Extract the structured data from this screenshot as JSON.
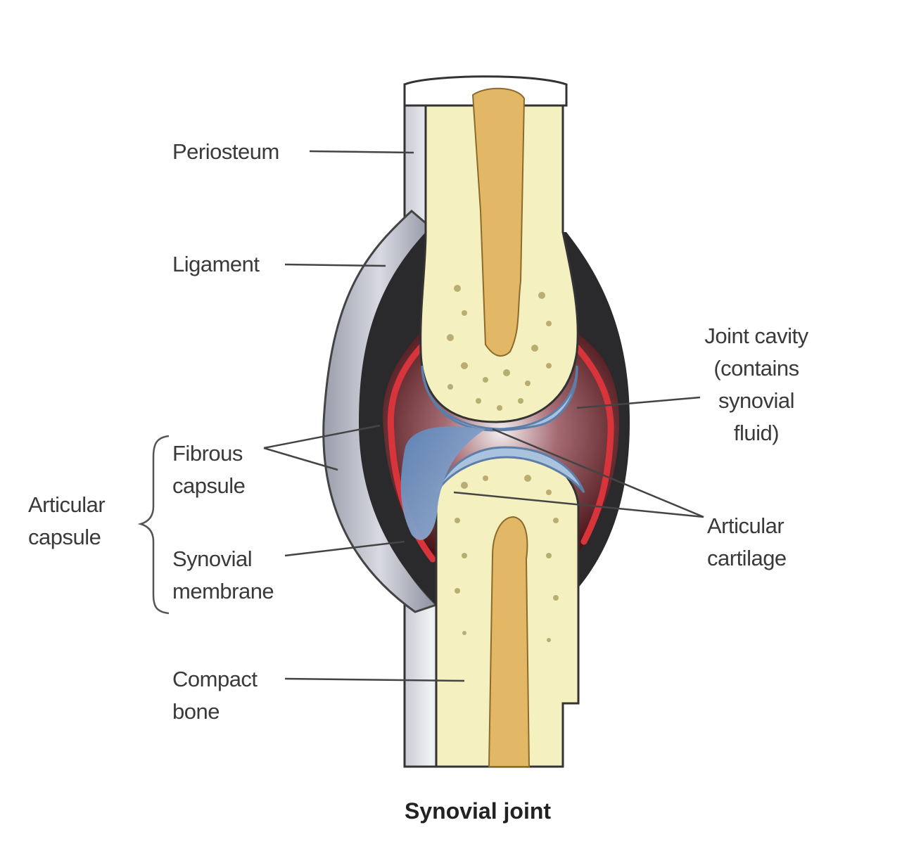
{
  "title": "Synovial joint",
  "labels": {
    "periosteum": "Periosteum",
    "ligament": "Ligament",
    "joint_cavity": [
      "Joint cavity",
      "(contains",
      "synovial",
      "fluid)"
    ],
    "fibrous_capsule": [
      "Fibrous",
      "capsule"
    ],
    "articular_capsule": [
      "Articular",
      "capsule"
    ],
    "synovial_membrane": [
      "Synovial",
      "membrane"
    ],
    "articular_cartilage": [
      "Articular",
      "cartilage"
    ],
    "compact_bone": [
      "Compact",
      "bone"
    ]
  },
  "colors": {
    "compact_bone": "#f5f0c0",
    "marrow": "#e2b867",
    "articular_cartilage": "#a9c3de",
    "cavity": "#6b1e22",
    "synovial_membrane": "#d8343c",
    "fibrous_capsule": "#2a2a2c",
    "ligament": "#b5b8c4",
    "periosteum": "#e8e9ee"
  }
}
